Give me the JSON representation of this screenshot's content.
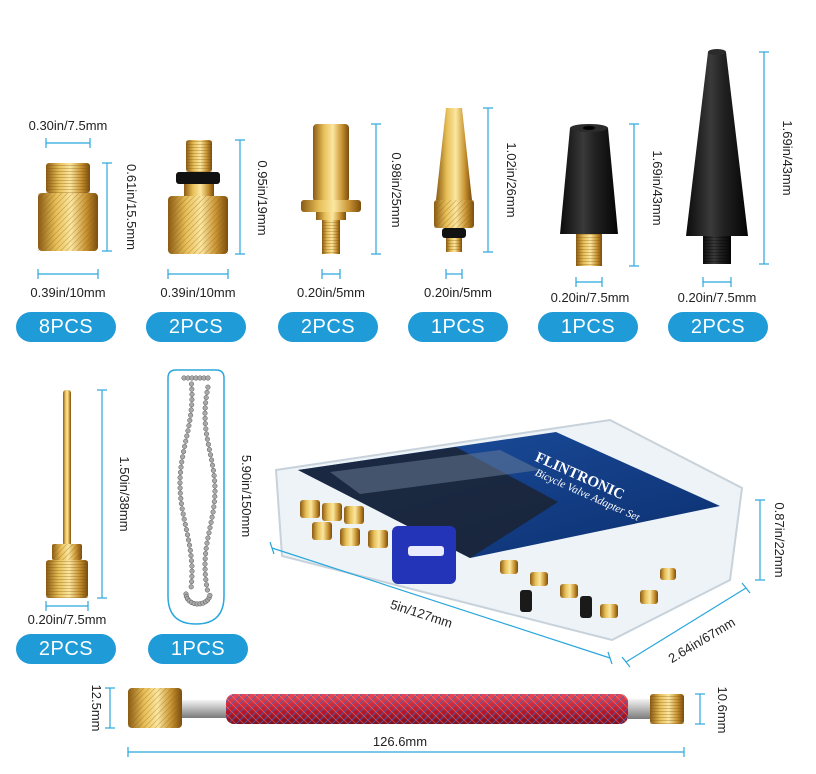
{
  "accent_color": "#1f9bd7",
  "dimension_line_color": "#2aa7dc",
  "parts": [
    {
      "width_top": "0.30in/7.5mm",
      "height": "0.61in/15.5mm",
      "width_bottom": "0.39in/10mm",
      "qty": "8PCS"
    },
    {
      "height": "0.95in/19mm",
      "width_bottom": "0.39in/10mm",
      "qty": "2PCS"
    },
    {
      "height": "0.98in/25mm",
      "width_bottom": "0.20in/5mm",
      "qty": "2PCS"
    },
    {
      "height": "1.02in/26mm",
      "width_bottom": "0.20in/5mm",
      "qty": "1PCS"
    },
    {
      "height": "1.69in/43mm",
      "width_bottom": "0.20in/7.5mm",
      "qty": "1PCS"
    },
    {
      "height": "1.69in/43mm",
      "width_bottom": "0.20in/7.5mm",
      "qty": "2PCS"
    }
  ],
  "needle": {
    "height": "1.50in/38mm",
    "width_bottom": "0.20in/7.5mm",
    "qty": "2PCS"
  },
  "chain": {
    "length": "5.90in/150mm",
    "qty": "1PCS"
  },
  "box": {
    "brand": "FLINTRONIC",
    "subtitle": "Bicycle Valve Adapter Set",
    "length": "5in/127mm",
    "depth": "2.64in/67mm",
    "height": "0.87in/22mm"
  },
  "hose": {
    "left_diameter": "12.5mm",
    "right_diameter": "10.6mm",
    "length": "126.6mm"
  }
}
